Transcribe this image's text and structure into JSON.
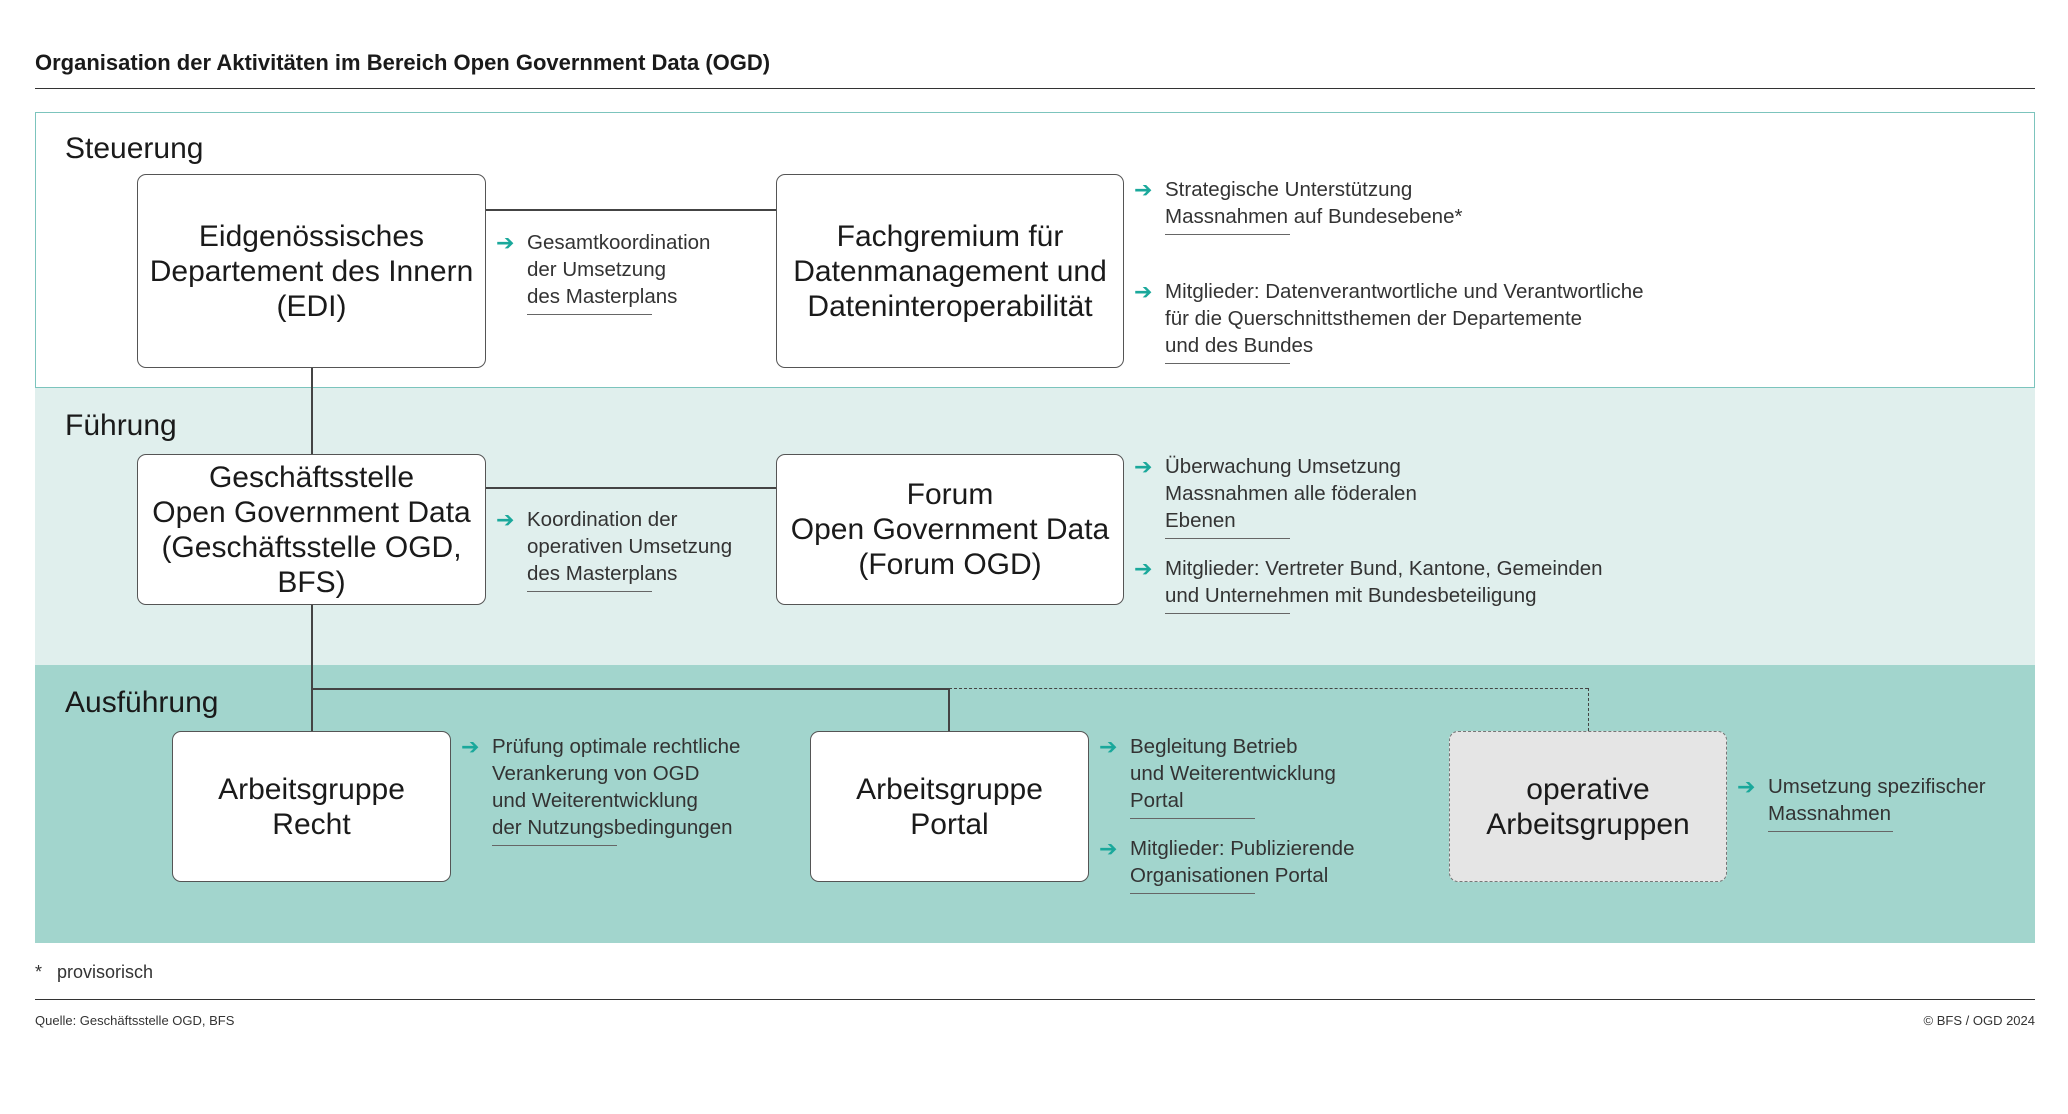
{
  "title": "Organisation der Aktivitäten im Bereich Open Government Data (OGD)",
  "bands": {
    "steuerung": "Steuerung",
    "fuehrung": "Führung",
    "ausfuehrung": "Ausführung"
  },
  "boxes": {
    "edi": "Eidgenössisches\nDepartement des Innern\n(EDI)",
    "fachgremium": "Fachgremium für\nDatenmanagement und\nDateninteroperabilität",
    "geschaeftsstelle": "Geschäftsstelle\nOpen Government Data\n(Geschäftsstelle OGD,\nBFS)",
    "forum": "Forum\nOpen Government Data\n(Forum OGD)",
    "ag_recht": "Arbeitsgruppe\nRecht",
    "ag_portal": "Arbeitsgruppe\nPortal",
    "operative": "operative\nArbeitsgruppen"
  },
  "notes": {
    "gesamtkoordination": "Gesamtkoordination\nder Umsetzung\ndes Masterplans",
    "strategische": "Strategische Unterstützung\nMassnahmen auf Bundesebene*",
    "mitglieder_fachgremium": "Mitglieder: Datenverantwortliche und Verantwortliche\nfür die Querschnittsthemen der Departemente\n und des Bundes",
    "koordination": "Koordination der\noperativen Umsetzung\ndes Masterplans",
    "ueberwachung": "Überwachung Umsetzung\nMassnahmen alle föderalen\nEbenen",
    "mitglieder_forum": "Mitglieder: Vertreter Bund, Kantone, Gemeinden\nund Unternehmen mit Bundesbeteiligung",
    "pruefung": "Prüfung optimale rechtliche\nVerankerung von OGD\nund Weiterentwicklung\nder Nutzungsbedingungen",
    "begleitung": "Begleitung Betrieb\nund Weiterentwicklung\nPortal",
    "mitglieder_portal": "Mitglieder: Publizierende\nOrganisationen Portal",
    "umsetzung": "Umsetzung spezifischer\nMassnahmen"
  },
  "arrow_glyph": "➔",
  "footnote": "*   provisorisch",
  "source": "Quelle: Geschäftsstelle OGD, BFS",
  "copyright": "© BFS / OGD 2024",
  "colors": {
    "accent": "#1aa89b",
    "steuerung_border": "#7cc4bd",
    "fuehrung_bg": "#e0efed",
    "ausfuehrung_bg": "#a2d5cd",
    "operative_bg": "#e5e5e5"
  }
}
